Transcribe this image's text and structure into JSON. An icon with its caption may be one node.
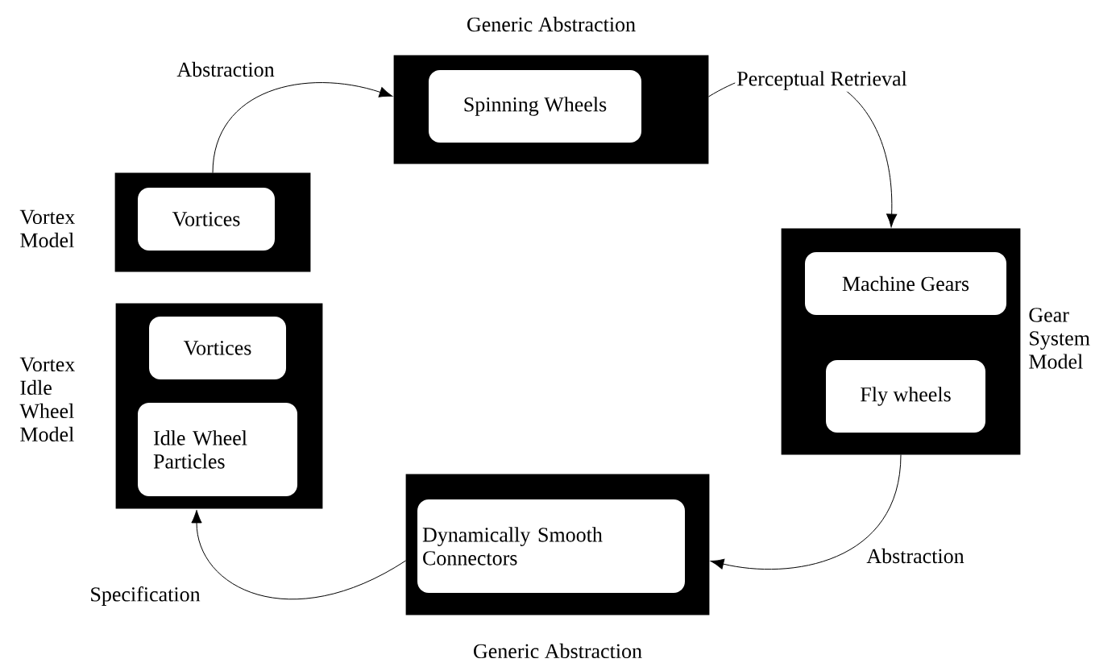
{
  "diagram": {
    "nodes": [
      {
        "text": [
          "Generic Abstraction"
        ]
      },
      {
        "text": [
          "Spinning Wheels"
        ],
        "in": 0
      },
      {
        "text": [
          "Vortex Model"
        ]
      },
      {
        "text": [
          "Vortices"
        ],
        "in": 2
      },
      {
        "text": [
          "Vortex Idle Wheel Model"
        ]
      },
      {
        "text": [
          "Vortices"
        ],
        "in": 4
      },
      {
        "text": [
          "Idle Wheel Particles"
        ],
        "in": 4
      },
      {
        "text": [
          "Gear System Model"
        ]
      },
      {
        "text": [
          "Machine Gears"
        ],
        "in": 7
      },
      {
        "text": [
          "Fly wheels"
        ],
        "in": 7
      },
      {
        "text": [
          "Generic Abstraction"
        ]
      },
      {
        "text": [
          "Dynamically Smooth Connectors"
        ],
        "in": 10
      }
    ],
    "edges": [
      {
        "from": 2,
        "to": 0,
        "arrow": "to",
        "label": "Abstraction"
      },
      {
        "from": 0,
        "to": 7,
        "arrow": "to",
        "label": "Perceptual Retrieval"
      },
      {
        "from": 7,
        "to": 10,
        "arrow": "to",
        "label": "Abstraction"
      },
      {
        "from": 10,
        "to": 4,
        "arrow": "to",
        "label": "Specification"
      }
    ]
  }
}
